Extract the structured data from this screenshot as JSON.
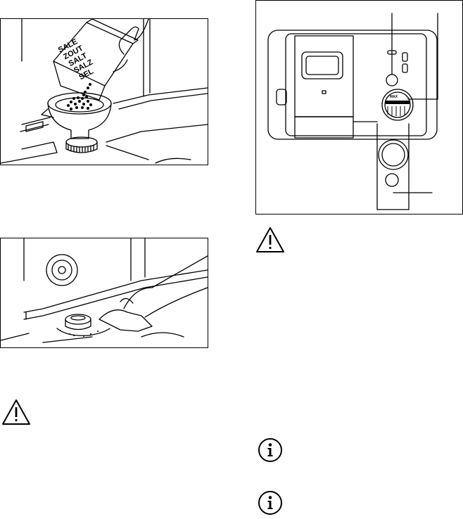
{
  "figures": {
    "salt_fill": {
      "box_words": [
        "SALE",
        "ZOUT",
        "SALT",
        "SALZ",
        "SEL"
      ]
    },
    "dispenser": {
      "indicator_text": "MAX"
    }
  }
}
